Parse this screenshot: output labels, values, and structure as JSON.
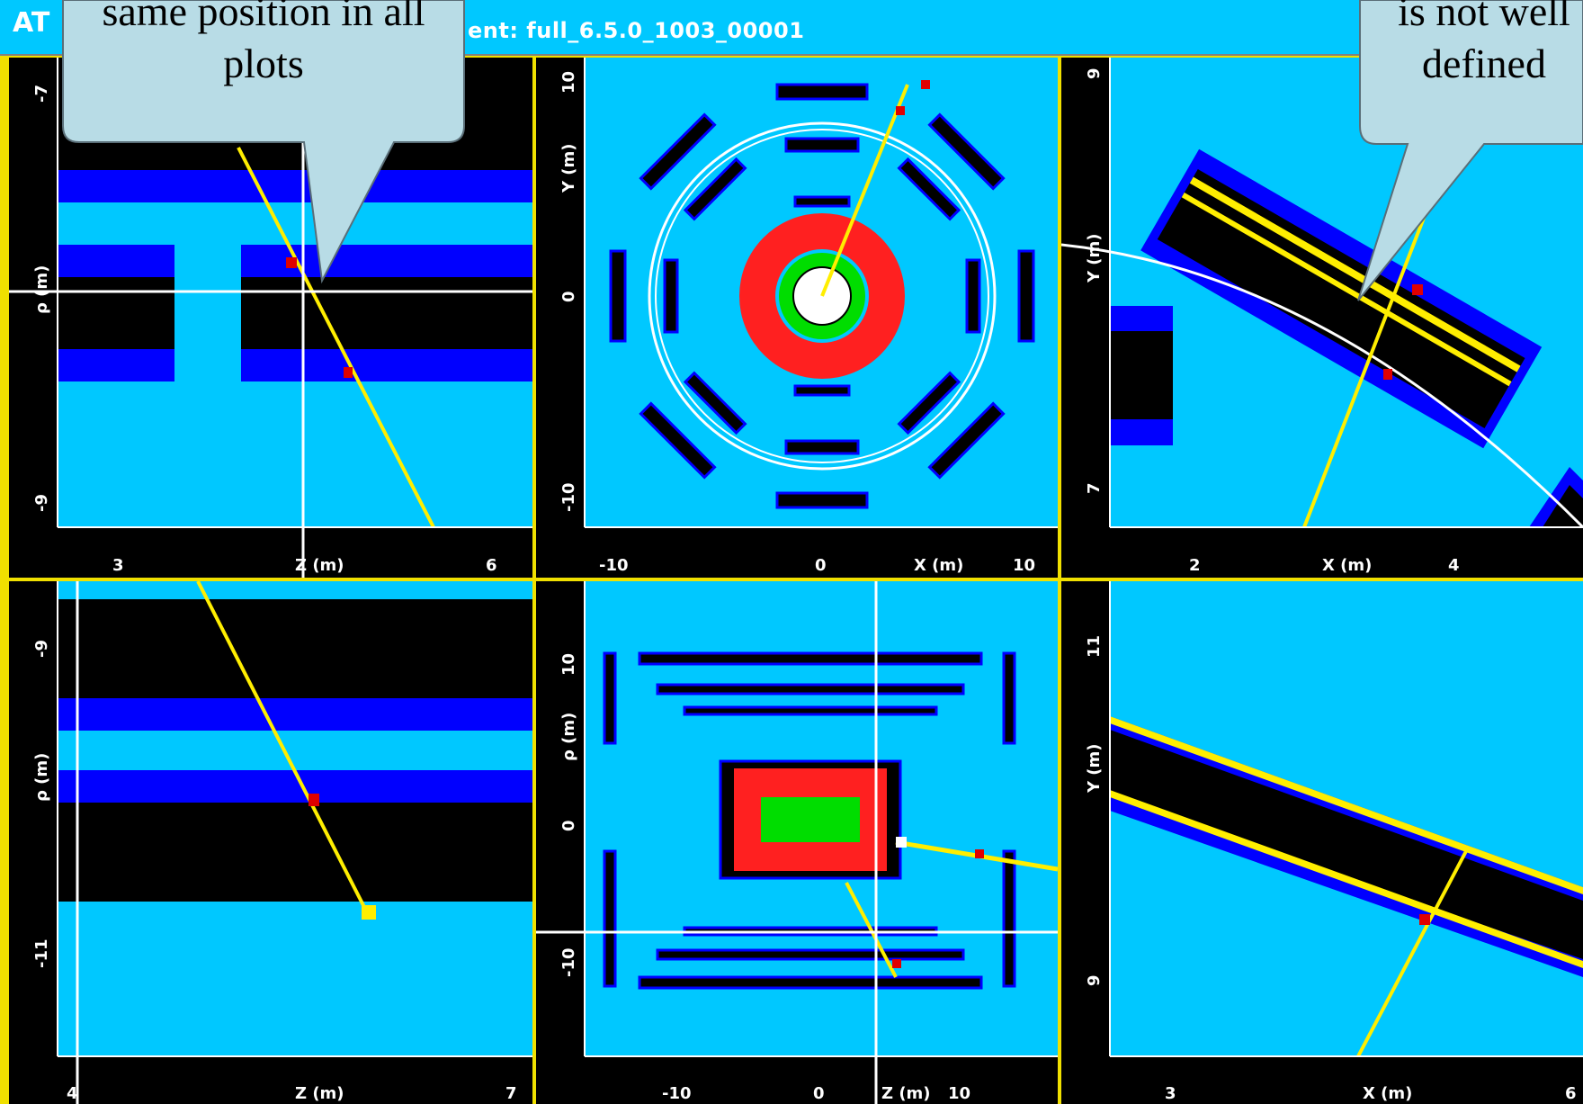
{
  "window": {
    "logo_text": "AT",
    "event_label": "ent: full_6.5.0_1003_00001"
  },
  "panels": [
    {
      "id": "top-left",
      "view": "Z-rho zoom",
      "x_label": "Z (m)",
      "y_label": "ρ (m)",
      "x_ticks": [
        "3",
        "6"
      ],
      "y_ticks": [
        "-7",
        "-9"
      ]
    },
    {
      "id": "top-center",
      "view": "X-Y full",
      "x_label": "X (m)",
      "y_label": "Y (m)",
      "x_ticks": [
        "-10",
        "0",
        "10"
      ],
      "y_ticks": [
        "10",
        "0",
        "-10"
      ]
    },
    {
      "id": "top-right",
      "view": "X-Y zoom",
      "x_label": "X (m)",
      "y_label": "Y (m)",
      "x_ticks": [
        "2",
        "4"
      ],
      "y_ticks": [
        "9",
        "7"
      ]
    },
    {
      "id": "bottom-left",
      "view": "Z-rho zoom 2",
      "x_label": "Z (m)",
      "y_label": "ρ (m)",
      "x_ticks": [
        "4",
        "7"
      ],
      "y_ticks": [
        "-9",
        "-11"
      ]
    },
    {
      "id": "bottom-center",
      "view": "Z-rho full",
      "x_label": "Z (m)",
      "y_label": "ρ (m)",
      "x_ticks": [
        "-10",
        "0",
        "10"
      ],
      "y_ticks": [
        "10",
        "0",
        "-10"
      ]
    },
    {
      "id": "bottom-right",
      "view": "X-Y zoom 2",
      "x_label": "X (m)",
      "y_label": "Y (m)",
      "x_ticks": [
        "3",
        "6"
      ],
      "y_ticks": [
        "11",
        "9"
      ]
    }
  ],
  "callouts": {
    "left_text": "same position in all plots",
    "right_text": "is not well defined"
  },
  "colors": {
    "background": "#00c8ff",
    "muon_chamber": "#0000ff",
    "calorimeter": "#ff2020",
    "inner_detector": "#00dd00",
    "track": "#ffee00",
    "callout_fill": "#b8dce6"
  }
}
